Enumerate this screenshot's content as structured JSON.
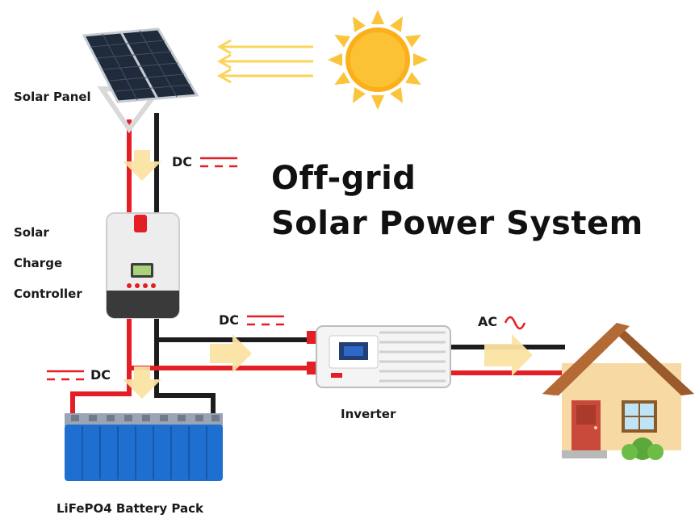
{
  "title": {
    "line1": "Off-grid",
    "line2": "Solar Power System"
  },
  "components": {
    "solar_panel": "Solar Panel",
    "charge_controller": [
      "Solar",
      "Charge",
      "Controller"
    ],
    "inverter": "Inverter",
    "battery": "LiFePO4 Battery Pack"
  },
  "flow_tags": {
    "panel_to_controller": "DC",
    "controller_to_inverter": "DC",
    "controller_to_battery": "DC",
    "inverter_to_house": "AC"
  },
  "colors": {
    "positive_wire": "#e31e24",
    "negative_wire": "#1c1c1c",
    "flow_arrow": "#fbe3a3",
    "sun": "#fbb01b",
    "battery": "#1f6fd1"
  }
}
